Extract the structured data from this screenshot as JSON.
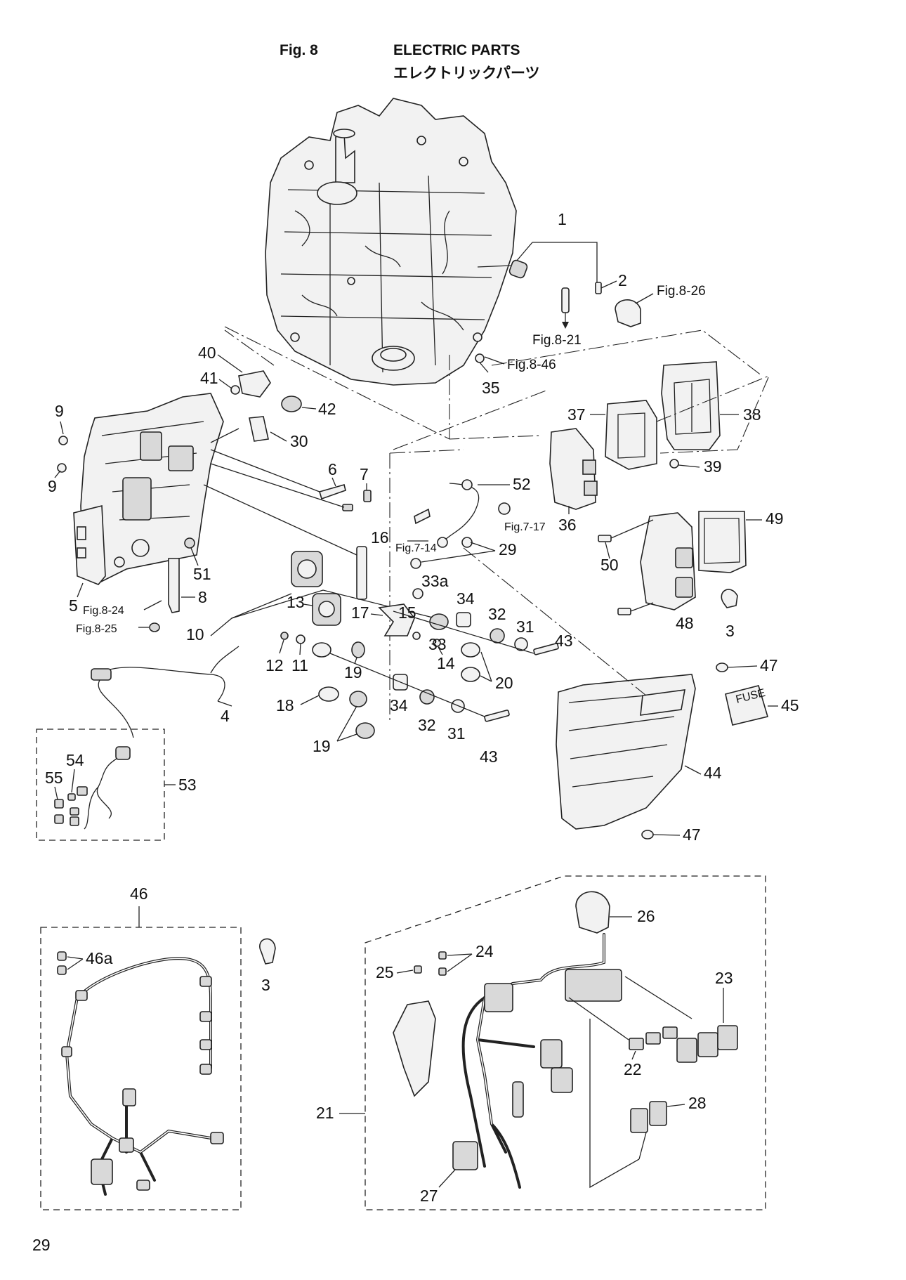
{
  "header": {
    "fig_no": "Fig. 8",
    "title_en": "ELECTRIC PARTS",
    "title_ja": "エレクトリックパーツ"
  },
  "page_number": "29",
  "callouts": {
    "c1": "1",
    "c2": "2",
    "c3a": "3",
    "c3b": "3",
    "c4": "4",
    "c5": "5",
    "c6": "6",
    "c7": "7",
    "c8": "8",
    "c9a": "9",
    "c9b": "9",
    "c10": "10",
    "c11": "11",
    "c12": "12",
    "c13": "13",
    "c14": "14",
    "c15": "15",
    "c16": "16",
    "c17": "17",
    "c18": "18",
    "c19a": "19",
    "c19b": "19",
    "c20": "20",
    "c21": "21",
    "c22": "22",
    "c23": "23",
    "c24": "24",
    "c25": "25",
    "c26": "26",
    "c27": "27",
    "c28": "28",
    "c29": "29",
    "c30": "30",
    "c31a": "31",
    "c31b": "31",
    "c32a": "32",
    "c32b": "32",
    "c33": "33",
    "c33a": "33a",
    "c34a": "34",
    "c34b": "34",
    "c35": "35",
    "c36": "36",
    "c37": "37",
    "c38": "38",
    "c39": "39",
    "c40": "40",
    "c41": "41",
    "c42": "42",
    "c43a": "43",
    "c43b": "43",
    "c44": "44",
    "c45": "45",
    "c46": "46",
    "c46a": "46a",
    "c47a": "47",
    "c47b": "47",
    "c48": "48",
    "c49": "49",
    "c50": "50",
    "c51": "51",
    "c52": "52",
    "c53": "53",
    "c54": "54",
    "c55": "55"
  },
  "references": {
    "fig8_26": "Fig.8-26",
    "fig8_21": "Fig.8-21",
    "fig8_46": "Fig.8-46",
    "fig7_17": "Fig.7-17",
    "fig7_14": "Fig.7-14",
    "fig8_24": "Fig.8-24",
    "fig8_25": "Fig.8-25"
  },
  "fuse_cover_label": "FUSE"
}
